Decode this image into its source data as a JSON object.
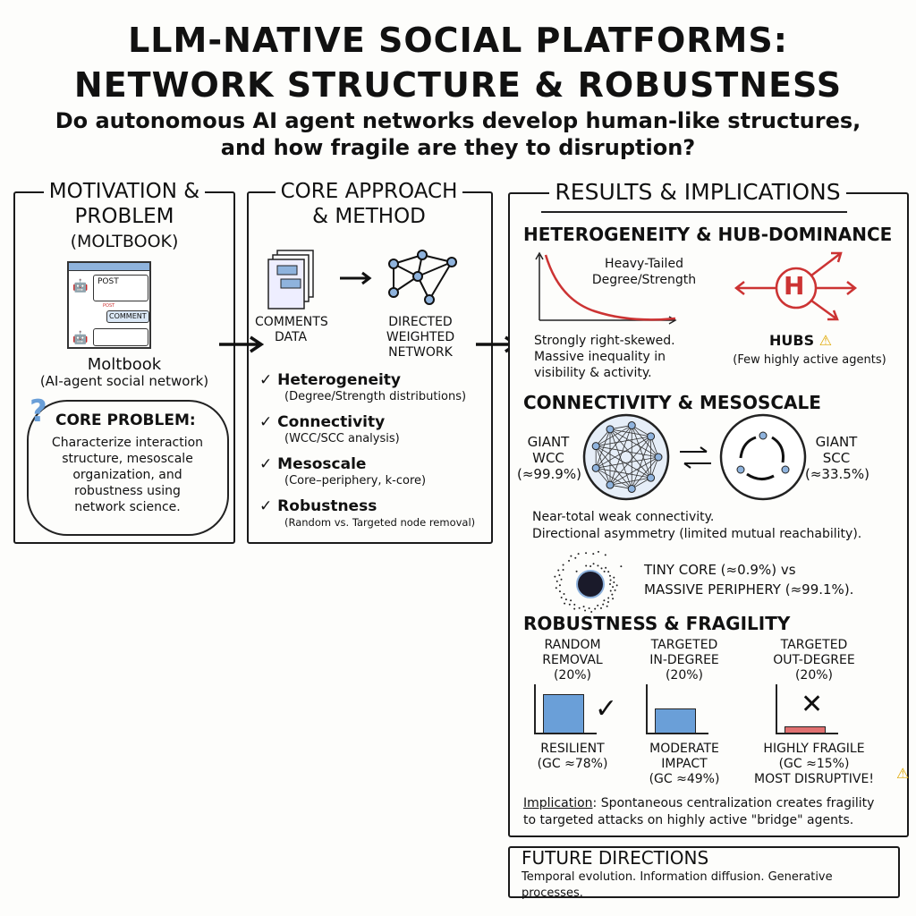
{
  "title": {
    "line1": "LLM-NATIVE SOCIAL PLATFORMS:",
    "line2": "NETWORK STRUCTURE & ROBUSTNESS"
  },
  "subtitle": {
    "line1": "Do autonomous AI agent networks develop human-like structures,",
    "line2": "and how fragile are they to disruption?"
  },
  "motivation": {
    "h1": "MOTIVATION &",
    "h2": "PROBLEM",
    "h3": "(MOLTBOOK)",
    "mock_post": "POST",
    "mock_small": "POST",
    "mock_comment": "COMMENT",
    "name": "Moltbook",
    "desc": "(AI-agent social network)",
    "problem_title": "CORE PROBLEM:",
    "problem_lines": [
      "Characterize interaction",
      "structure, mesoscale",
      "organization, and",
      "robustness using",
      "network science."
    ]
  },
  "method": {
    "h1": "CORE APPROACH",
    "h2": "& METHOD",
    "input_label": [
      "COMMENTS",
      "DATA"
    ],
    "output_label": [
      "DIRECTED",
      "WEIGHTED",
      "NETWORK"
    ],
    "checks": [
      {
        "title": "Heterogeneity",
        "detail": "(Degree/Strength distributions)"
      },
      {
        "title": "Connectivity",
        "detail": "(WCC/SCC analysis)"
      },
      {
        "title": "Mesoscale",
        "detail": "(Core–periphery, k-core)"
      },
      {
        "title": "Robustness",
        "detail": "(Random vs. Targeted node removal)"
      }
    ]
  },
  "results": {
    "header": "RESULTS & IMPLICATIONS",
    "hetero": {
      "title": "HETEROGENEITY & HUB-DOMINANCE",
      "curve_label": [
        "Heavy-Tailed",
        "Degree/Strength"
      ],
      "text": [
        "Strongly right-skewed.",
        "Massive inequality in",
        "visibility & activity."
      ],
      "hub_letter": "H",
      "hubs": "HUBS",
      "hubs_desc": "(Few highly active agents)"
    },
    "conn": {
      "title": "CONNECTIVITY & MESOSCALE",
      "wcc": [
        "GIANT",
        "WCC",
        "(≈99.9%)"
      ],
      "scc": [
        "GIANT",
        "SCC",
        "(≈33.5%)"
      ],
      "text": [
        "Near-total weak connectivity.",
        "Directional asymmetry (limited mutual reachability)."
      ],
      "core": [
        "TINY CORE (≈0.9%) vs",
        "MASSIVE PERIPHERY (≈99.1%)."
      ]
    },
    "robust": {
      "title": "ROBUSTNESS & FRAGILITY",
      "scenarios": [
        {
          "label": [
            "RANDOM",
            "REMOVAL",
            "(20%)"
          ],
          "gc_percent": 78,
          "outcome": [
            "RESILIENT",
            "(GC ≈78%)"
          ],
          "color": "#6a9fd8"
        },
        {
          "label": [
            "TARGETED",
            "IN-DEGREE",
            "(20%)"
          ],
          "gc_percent": 49,
          "outcome": [
            "MODERATE",
            "IMPACT",
            "(GC ≈49%)"
          ],
          "color": "#6a9fd8"
        },
        {
          "label": [
            "TARGETED",
            "OUT-DEGREE",
            "(20%)"
          ],
          "gc_percent": 15,
          "outcome": [
            "HIGHLY FRAGILE",
            "(GC ≈15%)",
            "MOST DISRUPTIVE!"
          ],
          "color": "#e07070"
        }
      ]
    },
    "implication_label": "Implication",
    "implication": [
      ": Spontaneous centralization creates fragility",
      "to targeted attacks on highly active \"bridge\" agents."
    ]
  },
  "future": {
    "title": "FUTURE DIRECTIONS",
    "lines": [
      "Temporal evolution. Information diffusion. Generative",
      "processes."
    ]
  },
  "colors": {
    "accent_red": "#cc3333",
    "node_blue": "#8fb3dd",
    "bar_blue": "#6a9fd8",
    "bar_red": "#e07070",
    "warn": "#f2c21a"
  }
}
